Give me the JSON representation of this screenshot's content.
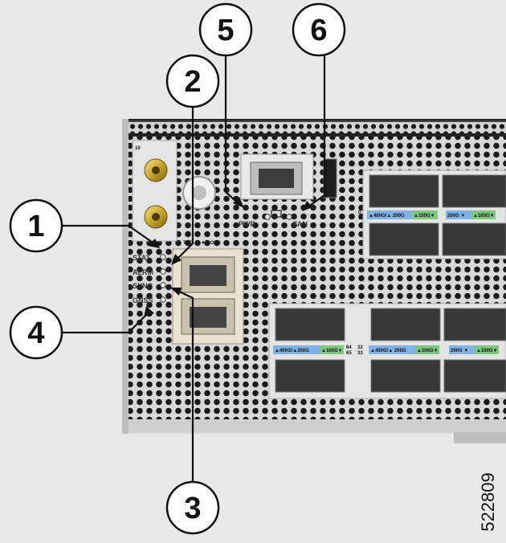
{
  "callouts": [
    {
      "id": "1",
      "target": "STAT LED"
    },
    {
      "id": "2",
      "target": "ALRM LED"
    },
    {
      "id": "3",
      "target": "SYNC LED"
    },
    {
      "id": "4",
      "target": "GNSS LED"
    },
    {
      "id": "5",
      "target": "PWR LED"
    },
    {
      "id": "6",
      "target": "FAN LED"
    }
  ],
  "led_labels": [
    "STAT",
    "ALRM",
    "SYNC",
    "GNSS"
  ],
  "top_labels": {
    "pwr": "PWR",
    "fan": "FAN",
    "cons": "TOD ▲ ▼ CONS"
  },
  "port_badges": {
    "left_row": [
      "▲400G/▲200G",
      "▲100G▼"
    ],
    "mid_row": [
      "▲400G/▲ 200G",
      "▲100G▼"
    ],
    "right_row": [
      "200G ▼",
      "▲100G▼"
    ],
    "top_mid": [
      "▲400G/▲ 200G",
      "▲100G▼"
    ],
    "top_right": [
      "200G ▼",
      "▲100G▼"
    ],
    "nums_a": [
      "64",
      "65"
    ],
    "nums_b": [
      "32",
      "33"
    ],
    "nums_c": [
      "0",
      "1"
    ]
  },
  "figure_id": "522809"
}
